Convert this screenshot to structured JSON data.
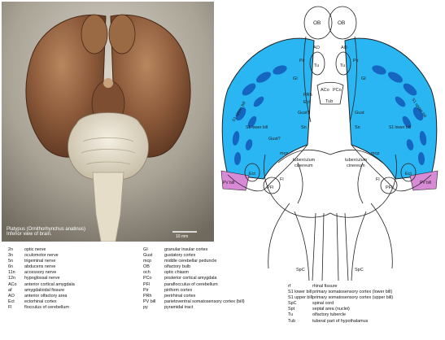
{
  "photo": {
    "caption_line1": "Platypus (Ornithorhynchus anatinus)",
    "caption_line2": "Inferior view of brain.",
    "scale_label": "10 mm"
  },
  "diagram": {
    "colors": {
      "lobe_fill": "#29b6f2",
      "lobe_dark": "#1566c0",
      "pv_fill": "#d98ad6",
      "outline": "#222222"
    },
    "labels": {
      "OB_left": "OB",
      "OB_right": "OB",
      "AO_left": "AO",
      "AO_right": "AO",
      "Tu_left": "Tu",
      "Tu_right": "Tu",
      "Pir_left": "Pir",
      "Pir_right": "Pir",
      "GI_left": "GI",
      "GI_right": "GI",
      "ACo": "ACo",
      "PCo": "PCo",
      "Tub": "Tub",
      "PRh": "PRh",
      "Ect": "Ect",
      "Gust_left": "Gust?",
      "Gust_right": "Gust",
      "Sn_left": "Sn",
      "Sn_right": "Sn",
      "mcp_left": "mcp",
      "mcp_right": "mcp",
      "tc_left_1": "tuberculum",
      "tc_left_2": "cinereum",
      "tc_right_1": "tuberculum",
      "tc_right_2": "cinereum",
      "Fl_left": "Fl",
      "Fl_right": "Fl",
      "PFl_left": "PFl",
      "PFl_right": "PFl",
      "Ect_left": "Ect",
      "Ect_right": "Ect",
      "PV_left": "PV bill",
      "PV_right": "PV bill",
      "S1upper_left": "S1 upper bill",
      "S1lower_left": "S1 lower bill",
      "S1upper_right": "S1 upper bill",
      "S1lower_right": "S1 lower bill",
      "SpC_left": "SpC",
      "SpC_right": "SpC"
    }
  },
  "legend": {
    "col1": [
      {
        "abbr": "2n",
        "desc": "optic nerve"
      },
      {
        "abbr": "3n",
        "desc": "oculomotor nerve"
      },
      {
        "abbr": "5n",
        "desc": "trigeminal nerve"
      },
      {
        "abbr": "6n",
        "desc": "abducens nerve"
      },
      {
        "abbr": "11n",
        "desc": "accessory nerve"
      },
      {
        "abbr": "12n",
        "desc": "hypoglossal nerve"
      },
      {
        "abbr": "ACo",
        "desc": "anterior cortical amygdala"
      },
      {
        "abbr": "af",
        "desc": "amygdaloidal fissure"
      },
      {
        "abbr": "AO",
        "desc": "anterior olfactory area"
      },
      {
        "abbr": "Ect",
        "desc": "ectorhinal cortex"
      },
      {
        "abbr": "Fl",
        "desc": "flocculus of cerebellum"
      }
    ],
    "col2": [
      {
        "abbr": "GI",
        "desc": "granular insular cortex"
      },
      {
        "abbr": "Gust",
        "desc": "gustatory cortex"
      },
      {
        "abbr": "mcp",
        "desc": "middle cerebellar peduncle"
      },
      {
        "abbr": "OB",
        "desc": "olfactory bulb"
      },
      {
        "abbr": "och",
        "desc": "optic chiasm"
      },
      {
        "abbr": "PCo",
        "desc": "posterior cortical amygdala"
      },
      {
        "abbr": "PFl",
        "desc": "paraflocculus of cerebellum"
      },
      {
        "abbr": "Pir",
        "desc": "piriform cortex"
      },
      {
        "abbr": "PRh",
        "desc": "perirhinal cortex"
      },
      {
        "abbr": "PV bill",
        "desc": "parietoventral somatosensory cortex (bill)"
      },
      {
        "abbr": "py",
        "desc": "pyramidal tract"
      }
    ],
    "col3": [
      {
        "abbr": "rf",
        "desc": "rhinal fissure"
      },
      {
        "abbr": "S1 lower bill",
        "desc": "primary somatosensory cortex (lower bill)"
      },
      {
        "abbr": "S1 upper bill",
        "desc": "primary somatosensory cortex (upper bill)"
      },
      {
        "abbr": "SpC",
        "desc": "spinal cord"
      },
      {
        "abbr": "Spt",
        "desc": "septal area (nuclei)"
      },
      {
        "abbr": "Tu",
        "desc": "olfactory tubercle"
      },
      {
        "abbr": "Tub",
        "desc": "tuberal part of hypothalamus"
      }
    ]
  }
}
